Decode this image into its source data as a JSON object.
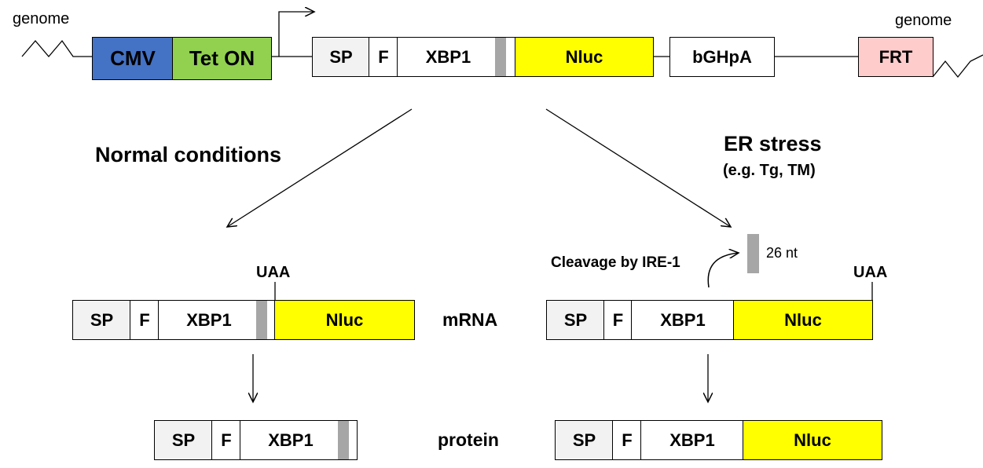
{
  "construct": {
    "genome_left": "genome",
    "genome_right": "genome",
    "cmv": "CMV",
    "teton": "Tet ON",
    "sp": "SP",
    "f": "F",
    "xbp1": "XBP1",
    "nluc": "Nluc",
    "bghpa": "bGHpA",
    "frt": "FRT"
  },
  "normal": {
    "heading": "Normal conditions",
    "uaa": "UAA",
    "mrna": {
      "sp": "SP",
      "f": "F",
      "xbp1": "XBP1",
      "nluc": "Nluc"
    },
    "protein": {
      "sp": "SP",
      "f": "F",
      "xbp1": "XBP1"
    }
  },
  "stress": {
    "heading": "ER stress",
    "subheading": "(e.g. Tg, TM)",
    "cleavage": "Cleavage by IRE-1",
    "nt": "26 nt",
    "uaa": "UAA",
    "mrna": {
      "sp": "SP",
      "f": "F",
      "xbp1": "XBP1",
      "nluc": "Nluc"
    },
    "protein": {
      "sp": "SP",
      "f": "F",
      "xbp1": "XBP1",
      "nluc": "Nluc"
    }
  },
  "rows": {
    "mrna": "mRNA",
    "protein": "protein"
  },
  "colors": {
    "cmv": "#4472c4",
    "teton": "#92d050",
    "nluc": "#ffff00",
    "frt": "#ffcccc",
    "sp": "#f2f2f2",
    "intron": "#a6a6a6"
  }
}
